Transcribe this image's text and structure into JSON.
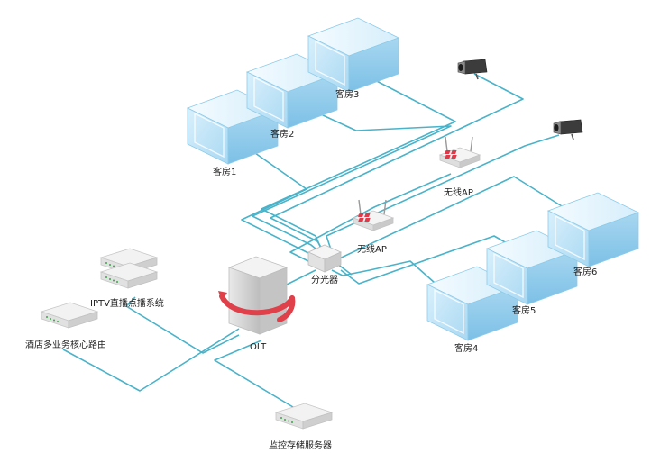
{
  "nodes": {
    "room1": "客房1",
    "room2": "客房2",
    "room3": "客房3",
    "room4": "客房4",
    "room5": "客房5",
    "room6": "客房6",
    "ap1": "无线AP",
    "ap2": "无线AP",
    "splitter": "分光器",
    "olt": "OLT",
    "iptv": "IPTV直播点播系统",
    "router": "酒店多业务核心路由",
    "storage": "监控存储服务器"
  },
  "colors": {
    "line": "#4ab3c9",
    "room_front": "#bfe3f7",
    "room_top": "#e6f5fd",
    "room_side": "#9fd2ee",
    "olt_arrow": "#e0404a"
  }
}
